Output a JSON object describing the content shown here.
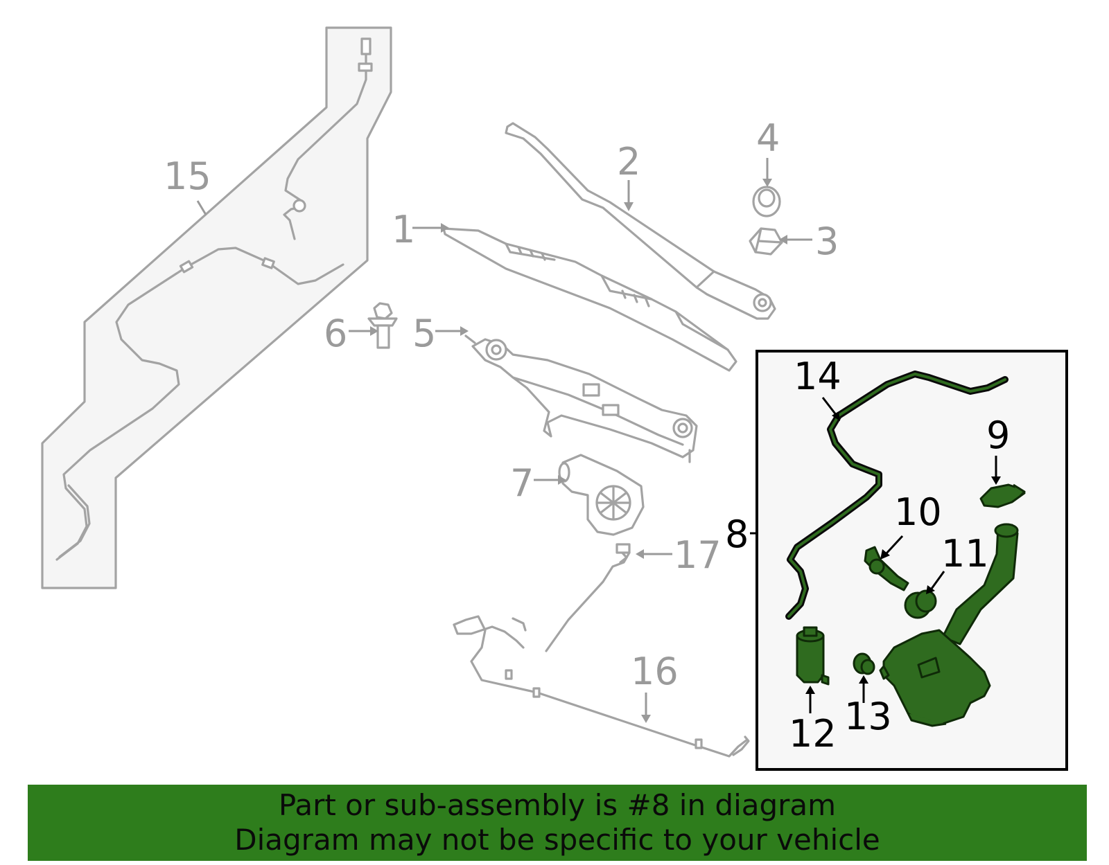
{
  "callouts": {
    "c1": "1",
    "c2": "2",
    "c3": "3",
    "c4": "4",
    "c5": "5",
    "c6": "6",
    "c7": "7",
    "c8": "8",
    "c9": "9",
    "c10": "10",
    "c11": "11",
    "c12": "12",
    "c13": "13",
    "c14": "14",
    "c15": "15",
    "c16": "16",
    "c17": "17"
  },
  "highlighted_part": "8",
  "colors": {
    "highlight_green": "#2f6b1f",
    "banner_green": "#2e7d1c",
    "unselected_part_grey": "#a3a3a3",
    "callout_grey": "#9a9a9a",
    "panel_background": "#f5f5f5"
  },
  "banner": {
    "line1": "Part or sub-assembly is #8 in diagram",
    "line2": "Diagram may not be specific to your vehicle"
  }
}
